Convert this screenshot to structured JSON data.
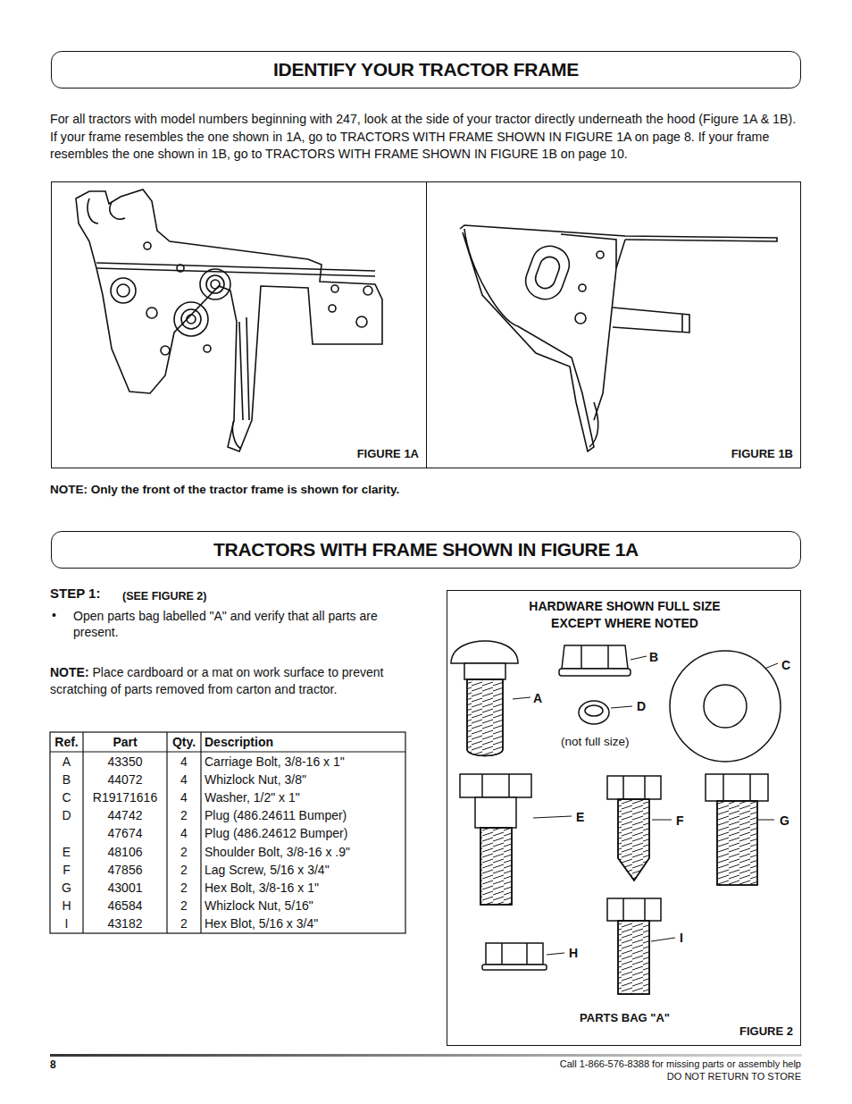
{
  "diagram": {
    "nodes": [
      {
        "text": [
          "IDENTIFY YOUR TRACTOR FRAME"
        ]
      },
      {
        "text": [
          "FIGURE 1A"
        ]
      },
      {
        "text": [
          "FIGURE 1B"
        ]
      },
      {
        "text": [
          "TRACTORS WITH FRAME SHOWN IN FIGURE 1A"
        ]
      },
      {
        "text": [
          "HARDWARE SHOWN FULL SIZE EXCEPT WHERE NOTED",
          "PARTS BAG \"A\"",
          "FIGURE 2"
        ]
      }
    ],
    "labels": [
      "For all tractors with model numbers beginning with 247, look at the side of your tractor directly underneath the hood (Figure 1A & 1B). If your frame resembles the one shown in 1A, go to TRACTORS WITH FRAME SHOWN IN FIGURE 1A on page 8. If your frame resembles the one shown in 1B, go to TRACTORS WITH FRAME SHOWN IN FIGURE 1B on page 10.",
      "NOTE:  Only the front of the tractor frame is shown for clarity.",
      "STEP 1:",
      "(SEE FIGURE 2)",
      "•",
      "Open parts bag labelled \"A\" and verify that all parts are present.",
      "NOTE:",
      "Place cardboard or a mat on work surface to prevent scratching of parts removed from carton and tractor.",
      "Ref.",
      "Part",
      "Qty.",
      "Description",
      "A",
      "43350",
      "4",
      "Carriage Bolt, 3/8-16 x 1\"",
      "B",
      "44072",
      "4",
      "Whizlock Nut, 3/8\"",
      "C",
      "R19171616",
      "4",
      "Washer, 1/2\" x 1\"",
      "D",
      "44742",
      "2",
      "Plug (486.24611 Bumper)",
      "47674",
      "4",
      "Plug (486.24612 Bumper)",
      "E",
      "48106",
      "2",
      "Shoulder Bolt, 3/8-16 x .9\"",
      "F",
      "47856",
      "2",
      "Lag Screw, 5/16 x 3/4\"",
      "G",
      "43001",
      "2",
      "Hex Bolt, 3/8-16 x 1\"",
      "H",
      "46584",
      "2",
      "Whizlock Nut, 5/16\"",
      "I",
      "43182",
      "2",
      "Hex Blot, 5/16 x 3/4\"",
      "A",
      "B",
      "C",
      "D",
      "(not full size)",
      "E",
      "F",
      "G",
      "H",
      "I",
      "8",
      "Call 1-866-576-8388 for missing parts or assembly help",
      "DO NOT RETURN TO STORE"
    ]
  }
}
